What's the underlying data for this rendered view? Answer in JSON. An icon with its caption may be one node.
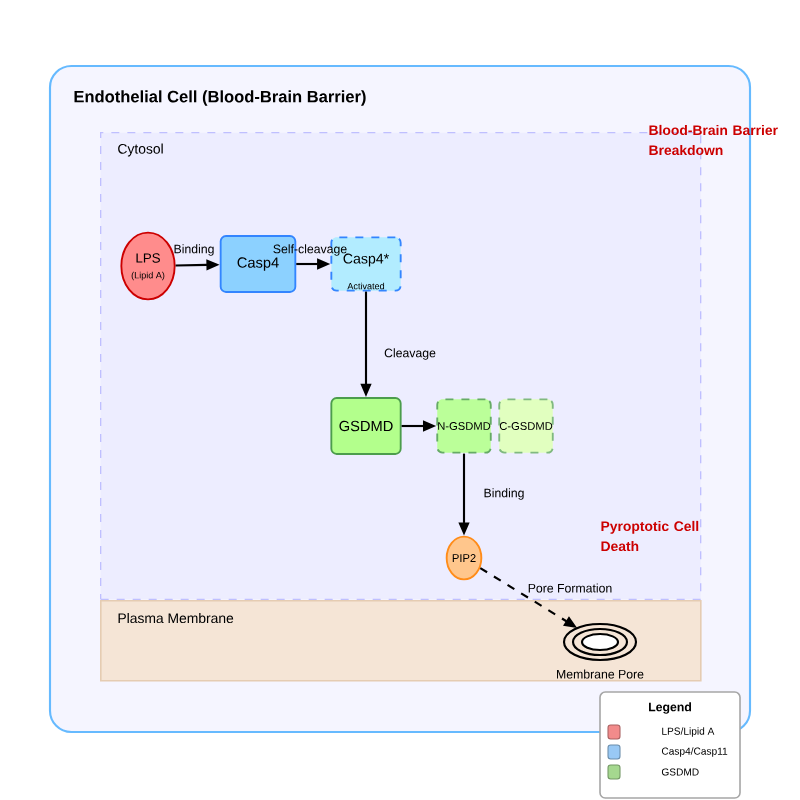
{
  "diagram": {
    "title": "Endothelial Cell (Blood-Brain Barrier)",
    "nodes": [
      {
        "text": [
          "Cytosol"
        ]
      },
      {
        "text": [
          "Plasma Membrane"
        ]
      },
      {
        "text": [
          "LPS",
          "(Lipid A)"
        ],
        "in": 0
      },
      {
        "text": [
          "Casp4"
        ],
        "in": 0
      },
      {
        "text": [
          "Casp4*",
          "Activated"
        ],
        "in": 0
      },
      {
        "text": [
          "GSDMD"
        ],
        "in": 0
      },
      {
        "text": [
          "N-GSDMD"
        ],
        "in": 0
      },
      {
        "text": [
          "C-GSDMD"
        ],
        "in": 0
      },
      {
        "text": [
          "PIP2"
        ],
        "in": 0
      },
      {
        "text": [
          "Membrane Pore"
        ],
        "in": 1
      }
    ],
    "edges": [
      {
        "from": 2,
        "to": 3,
        "arrow": "to",
        "label": "Binding"
      },
      {
        "from": 3,
        "to": 4,
        "arrow": "to",
        "label": "Self-cleavage"
      },
      {
        "from": 4,
        "to": 5,
        "arrow": "to",
        "label": "Cleavage"
      },
      {
        "from": 5,
        "to": 6,
        "arrow": "to"
      },
      {
        "from": 6,
        "to": 8,
        "arrow": "to",
        "label": "Binding"
      },
      {
        "from": 8,
        "to": 9,
        "arrow": "to",
        "label": "Pore Formation",
        "style": "dashed"
      }
    ],
    "labels": [
      "Blood-Brain Barrier Breakdown",
      "Pyroptotic Cell Death",
      "Legend"
    ],
    "legend": [
      {
        "text": "LPS/Lipid A",
        "color": "#f28b8b"
      },
      {
        "text": "Casp4/Casp11",
        "color": "#99c9f5"
      },
      {
        "text": "GSDMD",
        "color": "#a5d88f"
      }
    ]
  }
}
